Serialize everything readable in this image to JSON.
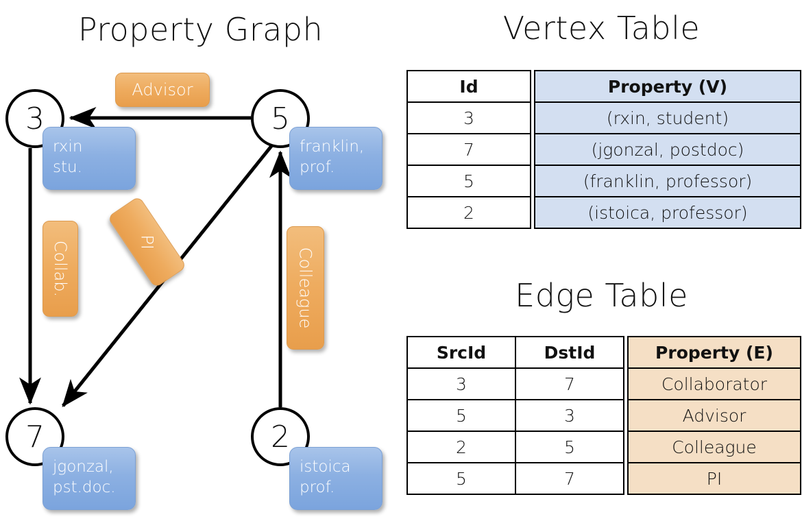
{
  "titles": {
    "property_graph": "Property Graph",
    "vertex_table": "Vertex Table",
    "edge_table": "Edge Table"
  },
  "graph": {
    "nodes": [
      {
        "id": "3",
        "label": "3",
        "property_lines": [
          "rxin",
          "stu."
        ]
      },
      {
        "id": "5",
        "label": "5",
        "property_lines": [
          "franklin,",
          "prof."
        ]
      },
      {
        "id": "7",
        "label": "7",
        "property_lines": [
          "jgonzal,",
          "pst.doc."
        ]
      },
      {
        "id": "2",
        "label": "2",
        "property_lines": [
          "istoica",
          "prof."
        ]
      }
    ],
    "edges": [
      {
        "src": "5",
        "dst": "3",
        "label": "Advisor"
      },
      {
        "src": "3",
        "dst": "7",
        "label": "Collab."
      },
      {
        "src": "5",
        "dst": "7",
        "label": "PI"
      },
      {
        "src": "2",
        "dst": "5",
        "label": "Colleague"
      }
    ]
  },
  "vertex_table": {
    "headers": [
      "Id",
      "Property (V)"
    ],
    "rows": [
      {
        "id": "3",
        "property": "(rxin, student)"
      },
      {
        "id": "7",
        "property": "(jgonzal, postdoc)"
      },
      {
        "id": "5",
        "property": "(franklin, professor)"
      },
      {
        "id": "2",
        "property": "(istoica, professor)"
      }
    ]
  },
  "edge_table": {
    "headers": [
      "SrcId",
      "DstId",
      "Property (E)"
    ],
    "rows": [
      {
        "src": "3",
        "dst": "7",
        "property": "Collaborator"
      },
      {
        "src": "5",
        "dst": "3",
        "property": "Advisor"
      },
      {
        "src": "2",
        "dst": "5",
        "property": "Colleague"
      },
      {
        "src": "5",
        "dst": "7",
        "property": "PI"
      }
    ]
  },
  "colors": {
    "vertex_box": "#8cb0e2",
    "edge_box": "#eeab5e",
    "vertex_table_fill": "#d3dff1",
    "edge_table_fill": "#f5dfc5",
    "stroke": "#000000",
    "background": "#ffffff"
  }
}
